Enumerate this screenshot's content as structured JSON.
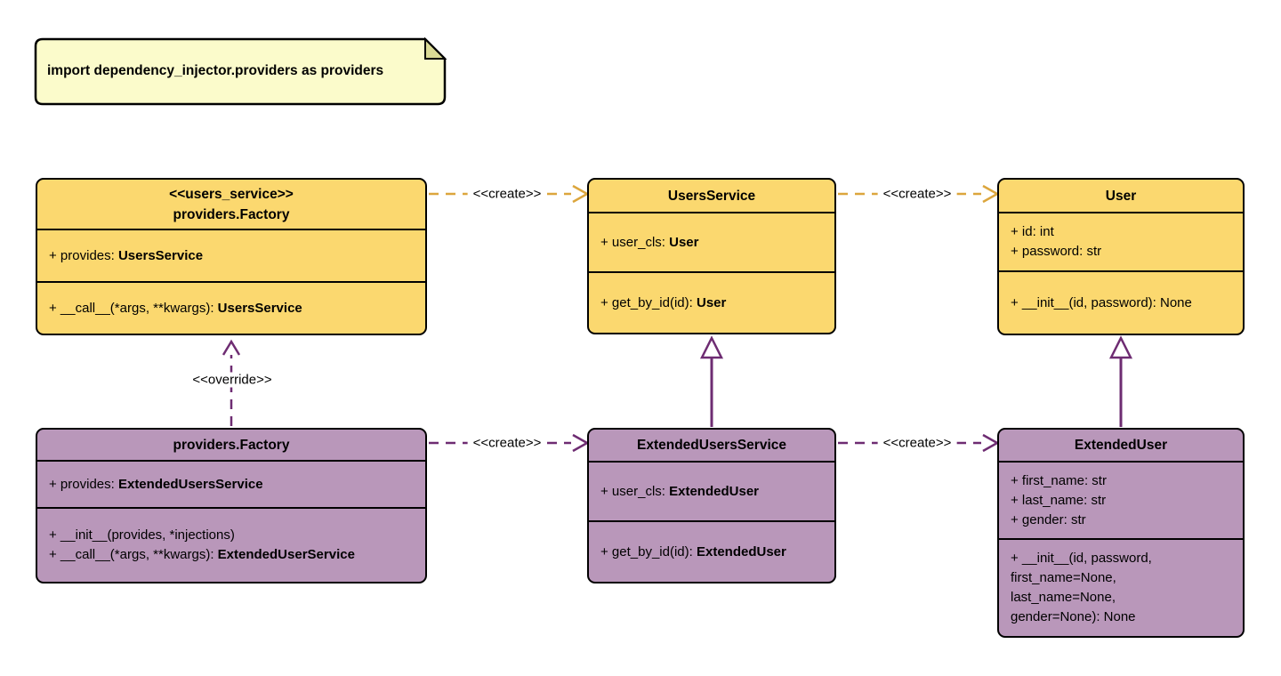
{
  "colors": {
    "background": "#ffffff",
    "class-yellow": "#FBD86F",
    "class-purple": "#B997BA",
    "note-fill": "#FBFBCB",
    "note-fold": "#DBDB96",
    "border": "#000000",
    "arrow-yellow": "#DCA63D",
    "arrow-purple": "#6E2C72",
    "text": "#000000"
  },
  "note": {
    "text": "import dependency_injector.providers as providers"
  },
  "classes": [
    {
      "stereotype": "<<users_service>>",
      "name": "providers.Factory",
      "attributes": [
        {
          "text": "+ provides: ",
          "type": "UsersService"
        }
      ],
      "methods": [
        {
          "text": "+ __call__(*args, **kwargs): ",
          "type": "UsersService"
        }
      ]
    },
    {
      "stereotype": "",
      "name": "UsersService",
      "attributes": [
        {
          "text": "+ user_cls: ",
          "type": "User"
        }
      ],
      "methods": [
        {
          "text": "+ get_by_id(id): ",
          "type": "User"
        }
      ]
    },
    {
      "stereotype": "",
      "name": "User",
      "attributes": [
        {
          "text": "+ id: int",
          "type": ""
        },
        {
          "text": "+ password: str",
          "type": ""
        }
      ],
      "methods": [
        {
          "text": "+ __init__(id, password): None",
          "type": ""
        }
      ]
    },
    {
      "stereotype": "",
      "name": "providers.Factory",
      "attributes": [
        {
          "text": "+ provides: ",
          "type": "ExtendedUsersService"
        }
      ],
      "methods": [
        {
          "text": "+ __init__(provides, *injections)",
          "type": ""
        },
        {
          "text": "+ __call__(*args, **kwargs): ",
          "type": "ExtendedUserService"
        }
      ]
    },
    {
      "stereotype": "",
      "name": "ExtendedUsersService",
      "attributes": [
        {
          "text": "+ user_cls: ",
          "type": "ExtendedUser"
        }
      ],
      "methods": [
        {
          "text": "+ get_by_id(id): ",
          "type": "ExtendedUser"
        }
      ]
    },
    {
      "stereotype": "",
      "name": "ExtendedUser",
      "attributes": [
        {
          "text": "+ first_name: str",
          "type": ""
        },
        {
          "text": "+ last_name: str",
          "type": ""
        },
        {
          "text": "+ gender: str",
          "type": ""
        }
      ],
      "methods": [
        {
          "text": "+ __init__(id, password, first_name=None, last_name=None, gender=None): None",
          "type": ""
        }
      ]
    }
  ],
  "edges": {
    "create": [
      "<<create>>",
      "<<create>>",
      "<<create>>",
      "<<create>>"
    ],
    "override": "<<override>>"
  }
}
